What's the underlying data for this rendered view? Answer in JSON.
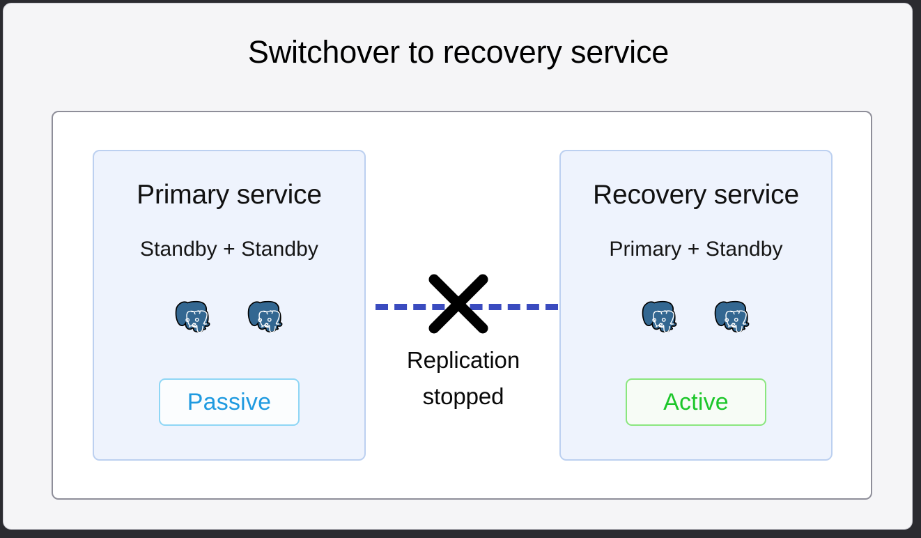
{
  "page": {
    "title": "Switchover to recovery service",
    "background_color": "#f5f5f7",
    "panel_background_color": "#ffffff",
    "panel_border_color": "#8e8e99"
  },
  "services": [
    {
      "id": "primary",
      "title": "Primary service",
      "subtitle": "Standby + Standby",
      "nodes": [
        {
          "icon": "postgresql-elephant-icon",
          "role": "Standby"
        },
        {
          "icon": "postgresql-elephant-icon",
          "role": "Standby"
        }
      ],
      "status": {
        "label": "Passive",
        "text_color": "#1f9ae0",
        "border_color": "#8ed6f5",
        "background_color": "#fbfdfe"
      },
      "box_background_color": "#eef3fd",
      "box_border_color": "#bcd0f0"
    },
    {
      "id": "recovery",
      "title": "Recovery service",
      "subtitle": "Primary + Standby",
      "nodes": [
        {
          "icon": "postgresql-elephant-icon",
          "role": "Primary"
        },
        {
          "icon": "postgresql-elephant-icon",
          "role": "Standby"
        }
      ],
      "status": {
        "label": "Active",
        "text_color": "#1cc62a",
        "border_color": "#8ae67e",
        "background_color": "#f7fcf6"
      },
      "box_background_color": "#eef3fd",
      "box_border_color": "#bcd0f0"
    }
  ],
  "replication": {
    "label_line_1": "Replication",
    "label_line_2": "stopped",
    "line_style": "dashed",
    "line_color": "#3a4bbf",
    "cross_icon": "cross-mark-icon",
    "cross_color": "#000000"
  }
}
